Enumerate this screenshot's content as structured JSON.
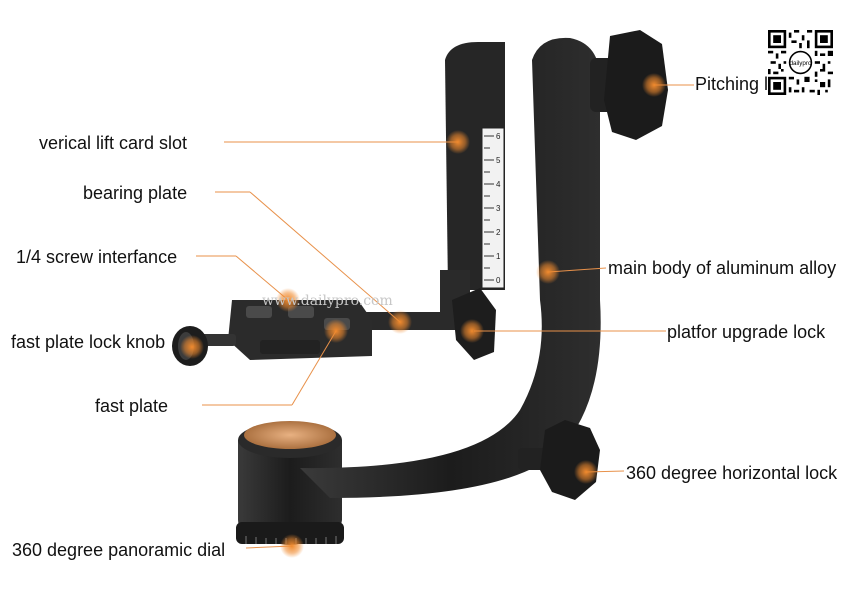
{
  "labels": {
    "vertical_slot": "verical lift card slot",
    "bearing_plate": "bearing plate",
    "screw_interface": "1/4 screw interfance",
    "fast_plate_lock_knob": "fast plate lock knob",
    "fast_plate": "fast plate",
    "panoramic_dial": "360 degree panoramic dial",
    "pitching_lock": "Pitching lock",
    "main_body": "main body of aluminum alloy",
    "platform_upgrade_lock": "platfor upgrade lock",
    "horizontal_lock": "360 degree horizontal lock"
  },
  "watermark": "www.dailypro.com",
  "qr_center_text": "dailypro",
  "scale_ticks": [
    "6",
    "5",
    "4",
    "3",
    "2",
    "1",
    "0"
  ],
  "colors": {
    "callout_line": "#e8914a",
    "callout_dot": "#e8862e",
    "body": "#1f1f1f",
    "accent_copper": "#c98a55"
  }
}
